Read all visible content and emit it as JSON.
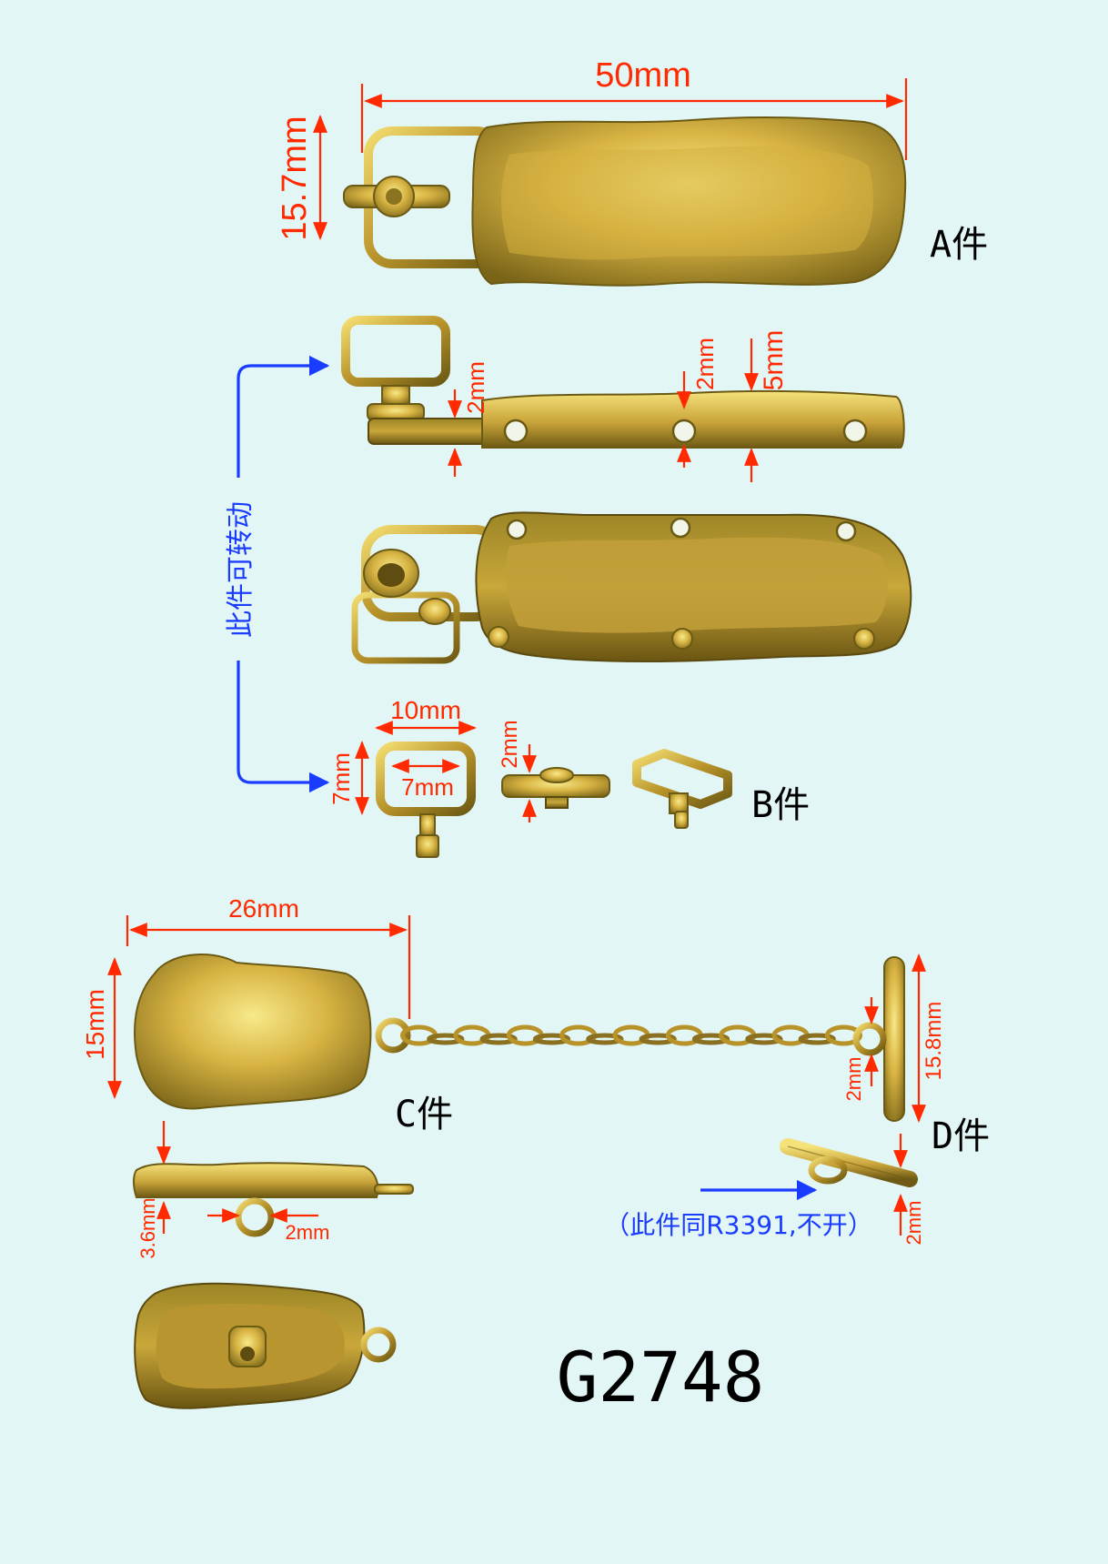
{
  "labels": {
    "part_a": "A件",
    "part_b": "B件",
    "part_c": "C件",
    "part_d": "D件",
    "rotate_note": "此件可转动",
    "same_note": "（此件同R3391,不开）",
    "model_code": "G2748"
  },
  "dimensions": {
    "a_length": "50mm",
    "a_height": "15.7mm",
    "side_2mm_a": "2mm",
    "side_2mm_b": "2mm",
    "side_5mm": "5mm",
    "b_outer_width": "10mm",
    "b_inner_width": "7mm",
    "b_height": "7mm",
    "b_side_2mm": "2mm",
    "c_width": "26mm",
    "c_height": "15mm",
    "c_thickness": "3.6mm",
    "c_loop": "2mm",
    "d_length": "15.8mm",
    "d_ring": "2mm",
    "d_thickness": "2mm"
  },
  "colors": {
    "background": "#e3f6f6",
    "dimension_red": "#ff2a00",
    "note_blue": "#1a3cff",
    "gold_light": "#f2dc70",
    "gold_mid": "#c8a434",
    "gold_dark": "#7a6418"
  }
}
